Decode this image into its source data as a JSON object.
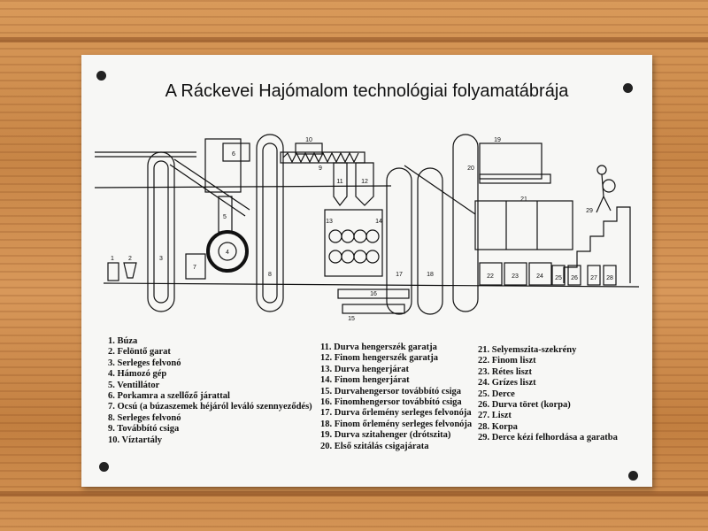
{
  "title": "A Ráckevei Hajómalom technológiai folyamatábrája",
  "legend": {
    "col1": [
      "1. Búza",
      "2. Felöntő garat",
      "3. Serleges felvonó",
      "4. Hámozó gép",
      "5. Ventillátor",
      "6. Porkamra a szellőző járattal",
      "7. Ocsú (a búzaszemek héjáról leváló szennyeződés)",
      "8. Serleges felvonó",
      "9. Továbbító csiga",
      "10. Víztartály"
    ],
    "col2": [
      "11. Durva hengerszék garatja",
      "12. Finom hengerszék garatja",
      "13. Durva hengerjárat",
      "14. Finom hengerjárat",
      "15. Durvahengersor továbbító csiga",
      "16. Finomhengersor továbbító csiga",
      "17. Durva őrlemény serleges felvonója",
      "18. Finom őrlemény serleges felvonója",
      "19. Durva szitahenger (drótszita)",
      "20. Első szitálás csigajárata"
    ],
    "col3": [
      "21. Selyemszita-szekrény",
      "22. Finom liszt",
      "23. Rétes liszt",
      "24. Grízes liszt",
      "25. Derce",
      "26. Durva töret (korpa)",
      "27. Liszt",
      "28. Korpa",
      "29. Derce kézi felhordása a garatba"
    ]
  },
  "diagram_labels": {
    "n1": "1",
    "n2": "2",
    "n3": "3",
    "n4": "4",
    "n5": "5",
    "n6": "6",
    "n7": "7",
    "n8": "8",
    "n9": "9",
    "n10": "10",
    "n11": "11",
    "n12": "12",
    "n13": "13",
    "n14": "14",
    "n15": "15",
    "n16": "16",
    "n17": "17",
    "n18": "18",
    "n19": "19",
    "n20": "20",
    "n21": "21",
    "n22": "22",
    "n23": "23",
    "n24": "24",
    "n25": "25",
    "n26": "26",
    "n27": "27",
    "n28": "28",
    "n29": "29"
  },
  "colors": {
    "ink": "#111111",
    "paper": "#f7f7f5",
    "wood": "#c98a4b"
  }
}
